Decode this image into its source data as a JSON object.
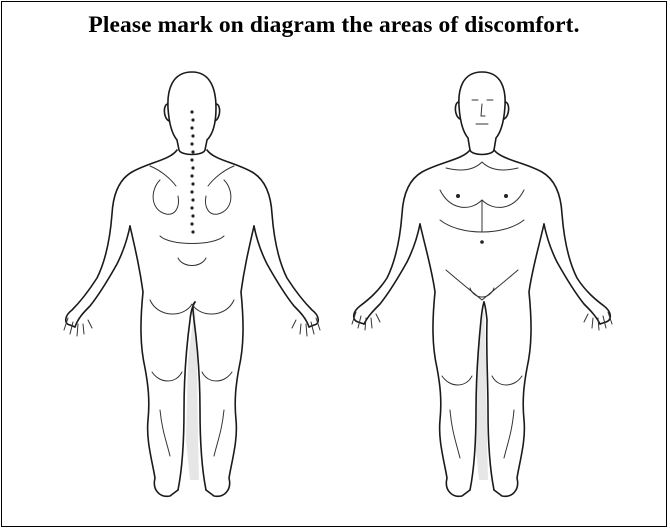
{
  "instruction": "Please mark on diagram the areas of discomfort.",
  "figures": [
    {
      "name": "back-view",
      "icon": "body-outline-posterior"
    },
    {
      "name": "front-view",
      "icon": "body-outline-anterior"
    }
  ]
}
